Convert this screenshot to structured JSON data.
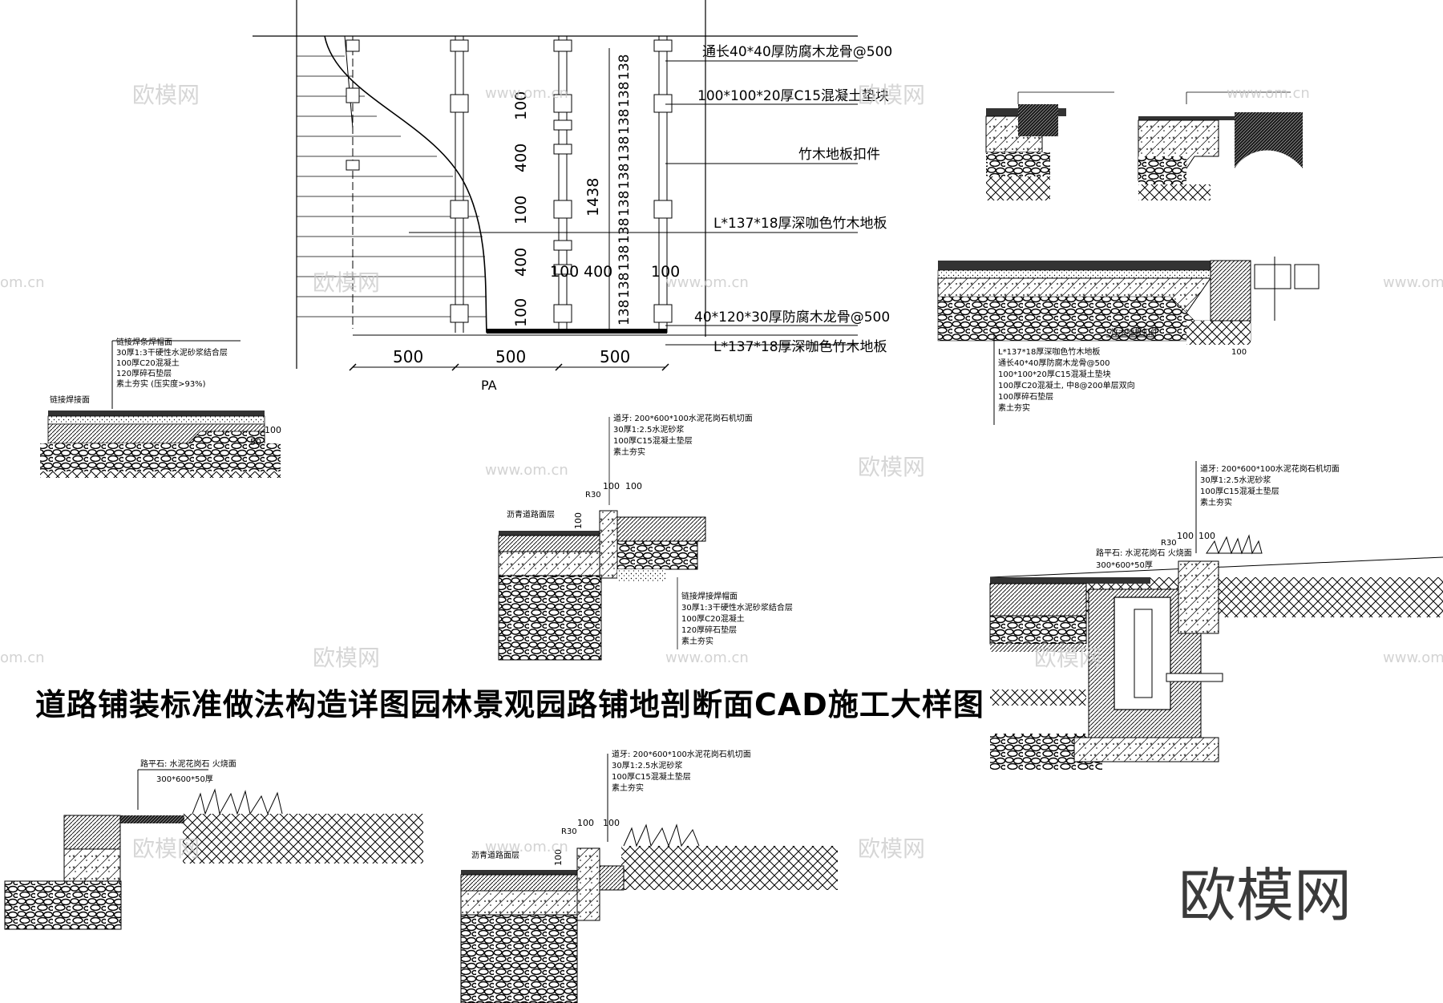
{
  "title": "道路铺装标准做法构造详图园林景观园路铺地剖断面CAD施工大样图",
  "brand": "欧模网",
  "watermark": {
    "text": "欧模网",
    "url": "www.om.cn",
    "url_partial": "om.cn"
  },
  "plan": {
    "callouts": [
      "通长40*40厚防腐木龙骨@500",
      "100*100*20厚C15混凝土垫块",
      "竹木地板扣件",
      "L*137*18厚深咖色竹木地板",
      "40*120*30厚防腐木龙骨@500",
      "L*137*18厚深咖色竹木地板"
    ],
    "dims_bottom": [
      "500",
      "500",
      "500"
    ],
    "dims_vertical_left": [
      "100",
      "400",
      "100",
      "400",
      "100"
    ],
    "dim_total": "1438",
    "dims_138": [
      "138",
      "138",
      "138",
      "138",
      "138",
      "138",
      "138",
      "138",
      "138",
      "138"
    ],
    "dims_bottom_inner": [
      "100",
      "400",
      "100"
    ],
    "section_mark": "PA"
  },
  "section_a": {
    "callouts": [
      "链接焊条焊帽面",
      "30厚1:3干硬性水泥砂浆结合层",
      "100厚C20混凝土",
      "120厚碎石垫层",
      "素土夯实 (压实度>93%)"
    ],
    "label_left": "链接焊接面",
    "dims": [
      "50",
      "100"
    ]
  },
  "section_b": {
    "callouts_top": [
      "道牙: 200*600*100水泥花岗石机切面",
      "30厚1:2.5水泥砂浆",
      "100厚C15混凝土垫层",
      "素土夯实"
    ],
    "callouts_bottom": [
      "链接焊接焊帽面",
      "30厚1:3干硬性水泥砂浆结合层",
      "100厚C20混凝土",
      "120厚碎石垫层",
      "素土夯实"
    ],
    "label_left": "沥青道路面层",
    "dims": [
      "100",
      "100",
      "100"
    ],
    "radius": "R30"
  },
  "section_c": {
    "callouts": [
      "L*137*18厚深咖色竹木地板",
      "通长40*40厚防腐木龙骨@500",
      "100*100*20厚C15混凝土垫块",
      "100厚C20混凝土, 中8@200单层双向",
      "100厚碎石垫层",
      "素土夯实"
    ],
    "label": "竹木地板扣件",
    "dims": [
      "100"
    ]
  },
  "section_d": {
    "callouts": [
      "道牙: 200*600*100水泥花岗石机切面",
      "30厚1:2.5水泥砂浆",
      "100厚C15混凝土垫层",
      "素土夯实"
    ],
    "label_left": "路平石: 水泥花岗石 火烧面",
    "size": "300*600*50厚",
    "dims": [
      "100",
      "100"
    ],
    "radius": "R30"
  },
  "section_e": {
    "label": "路平石: 水泥花岗石 火烧面",
    "size": "300*600*50厚"
  },
  "section_f": {
    "callouts": [
      "道牙: 200*600*100水泥花岗石机切面",
      "30厚1:2.5水泥砂浆",
      "100厚C15混凝土垫层",
      "素土夯实"
    ],
    "label_left": "沥青道路面层",
    "dims": [
      "100",
      "100",
      "100"
    ],
    "radius": "R30"
  }
}
